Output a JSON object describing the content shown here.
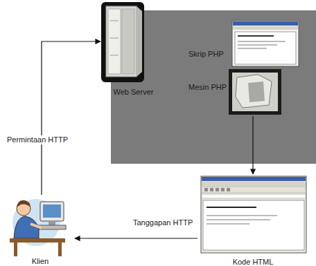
{
  "diagram": {
    "nodes": [
      {
        "text": [
          "Web Server"
        ]
      },
      {
        "text": [
          "Skrip PHP"
        ]
      },
      {
        "text": [
          "Mesin PHP"
        ]
      },
      {
        "text": [
          "Kode HTML"
        ]
      },
      {
        "text": [
          "Klien"
        ]
      }
    ],
    "edges": [
      {
        "from": 4,
        "to": 0,
        "arrow": "to",
        "label": "Permintaan HTTP"
      },
      {
        "from": 3,
        "to": 4,
        "arrow": "to",
        "label": "Tanggapan HTTP"
      },
      {
        "from": 2,
        "to": 3,
        "arrow": "to"
      }
    ]
  }
}
